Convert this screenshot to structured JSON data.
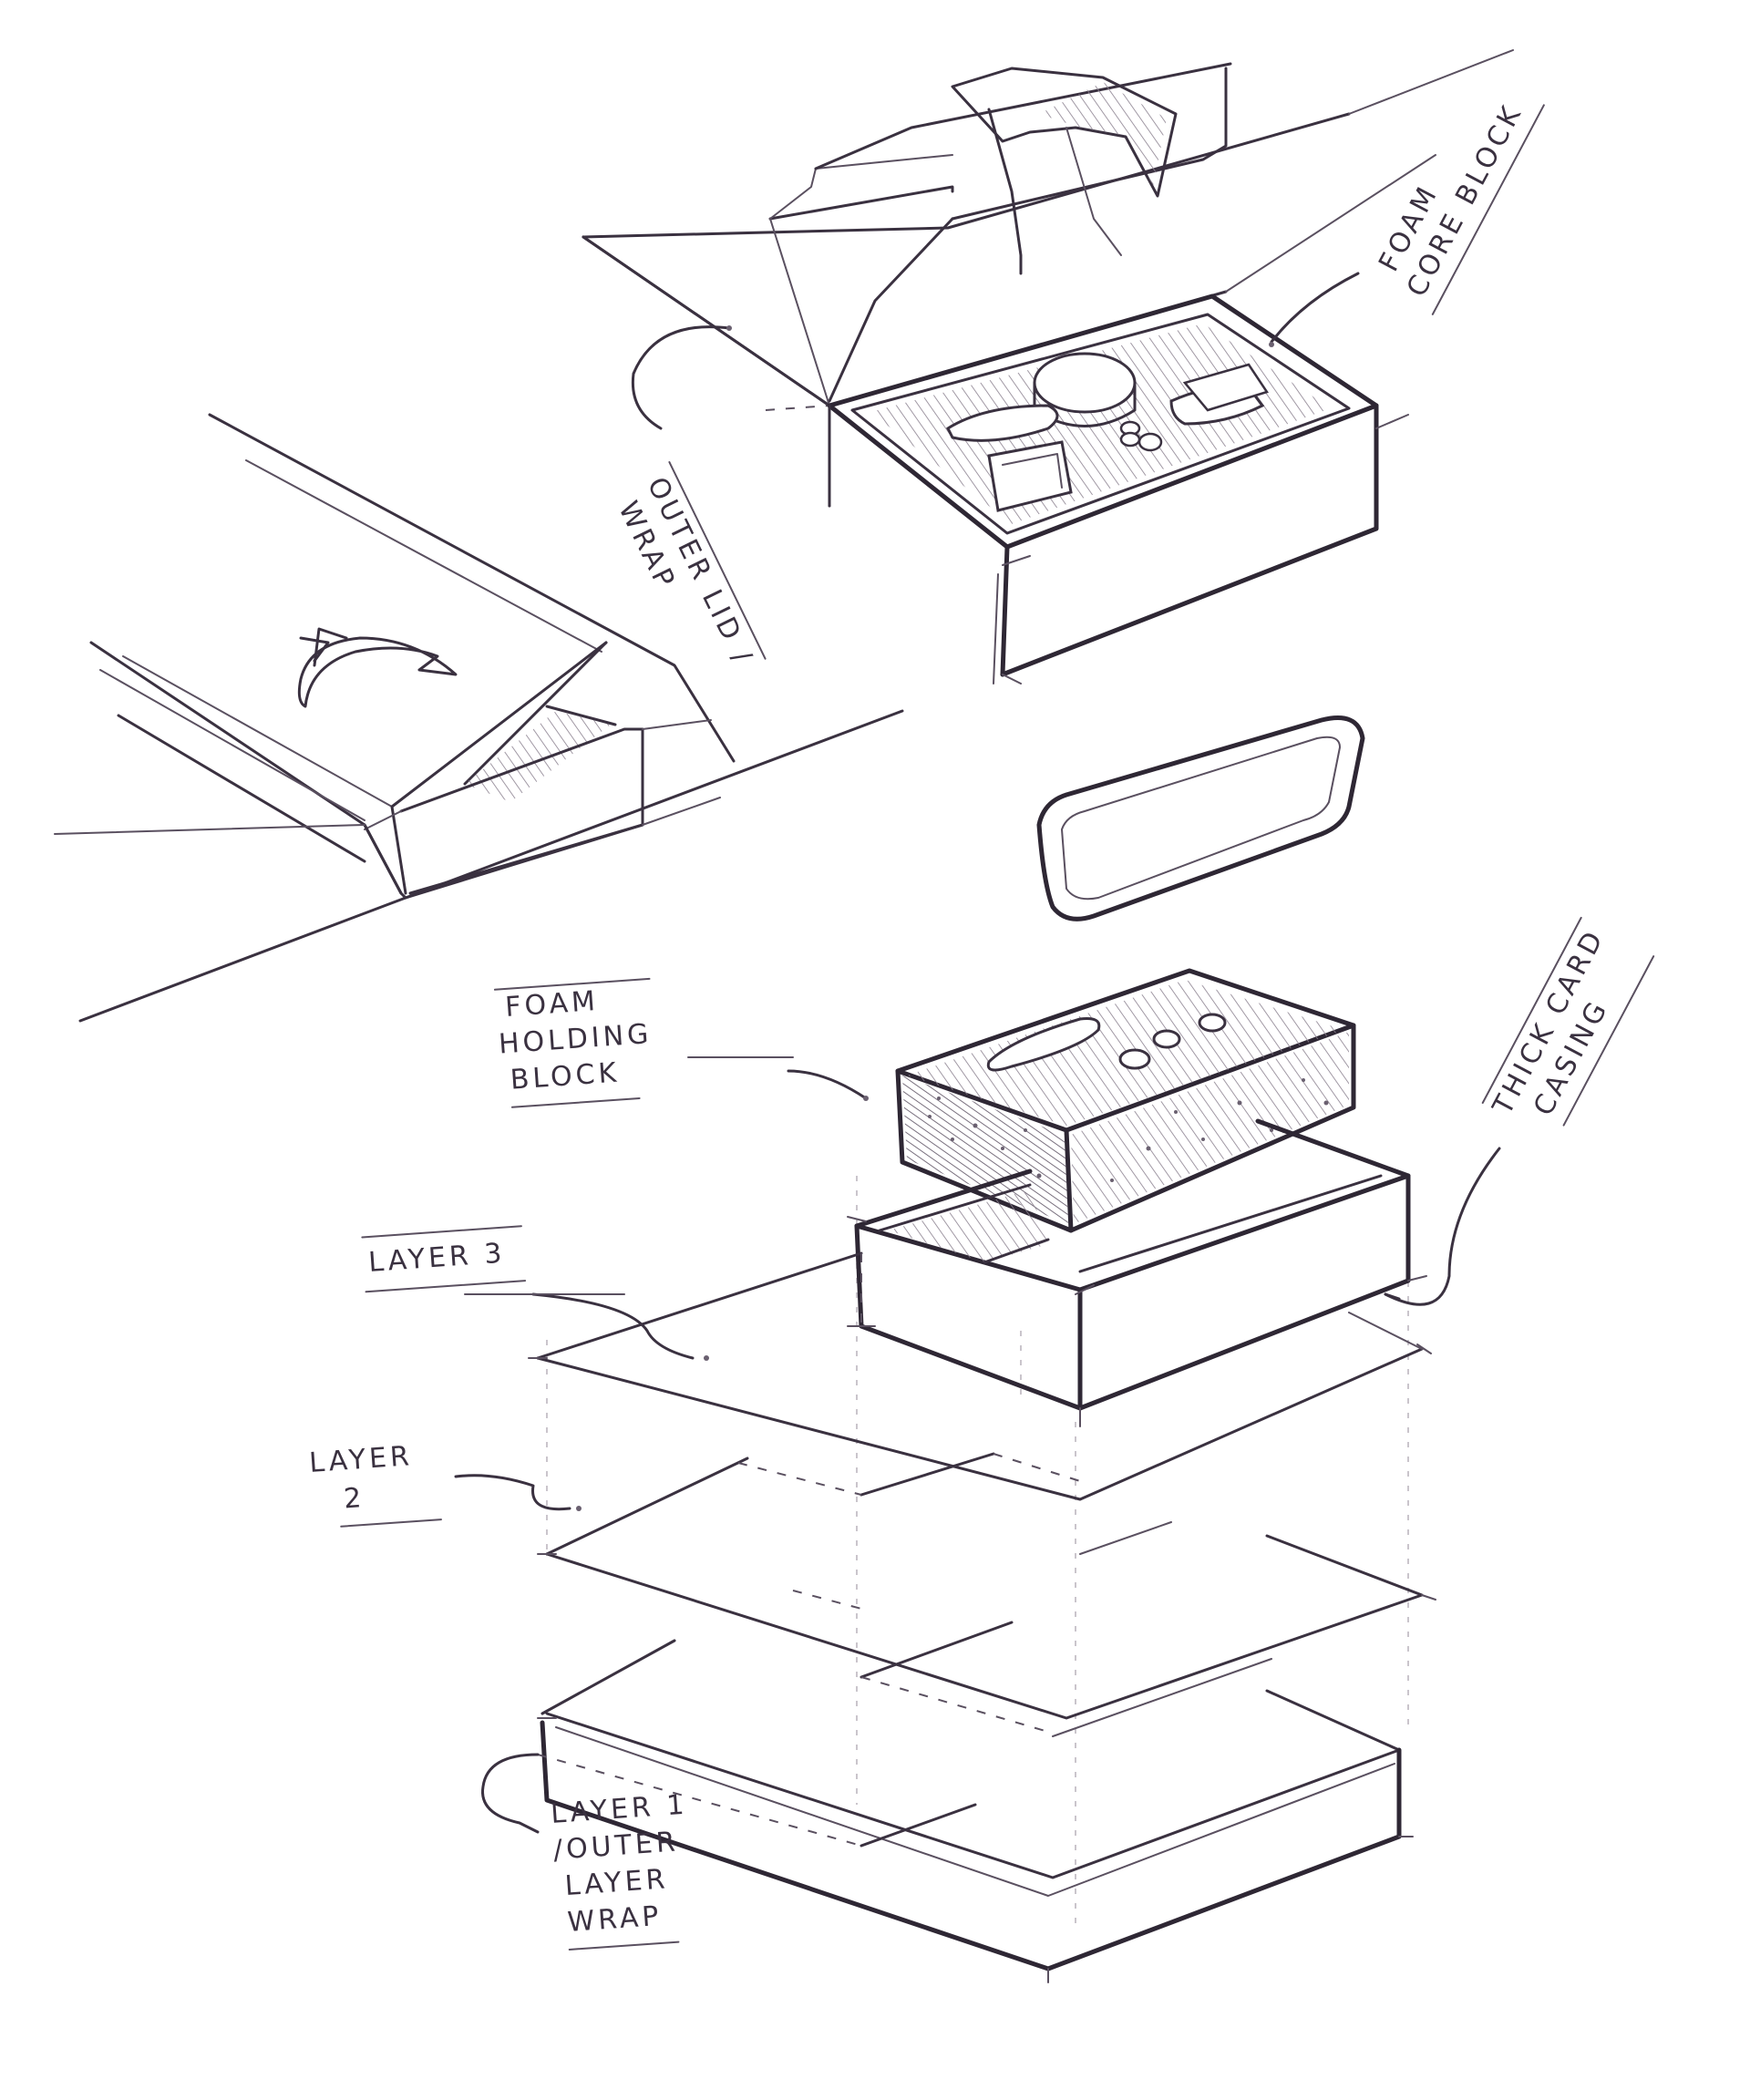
{
  "labels": {
    "foam_core_block": [
      "FOAM",
      "CORE BLOCK"
    ],
    "outer_lid_wrap": [
      "OUTER LID /",
      "WRAP"
    ],
    "foam_holding_block": [
      "FOAM",
      "HOLDING",
      "BLOCK"
    ],
    "thick_card_casing": [
      "THICK CARD",
      "CASING"
    ],
    "layer_3": [
      "LAYER 3"
    ],
    "layer_2": [
      "LAYER",
      "2"
    ],
    "layer_1": [
      "LAYER 1",
      "/OUTER",
      "LAYER",
      "WRAP"
    ]
  },
  "colors": {
    "ink": "#3a3140",
    "paper": "#ffffff",
    "hatch": "#6a6070"
  }
}
